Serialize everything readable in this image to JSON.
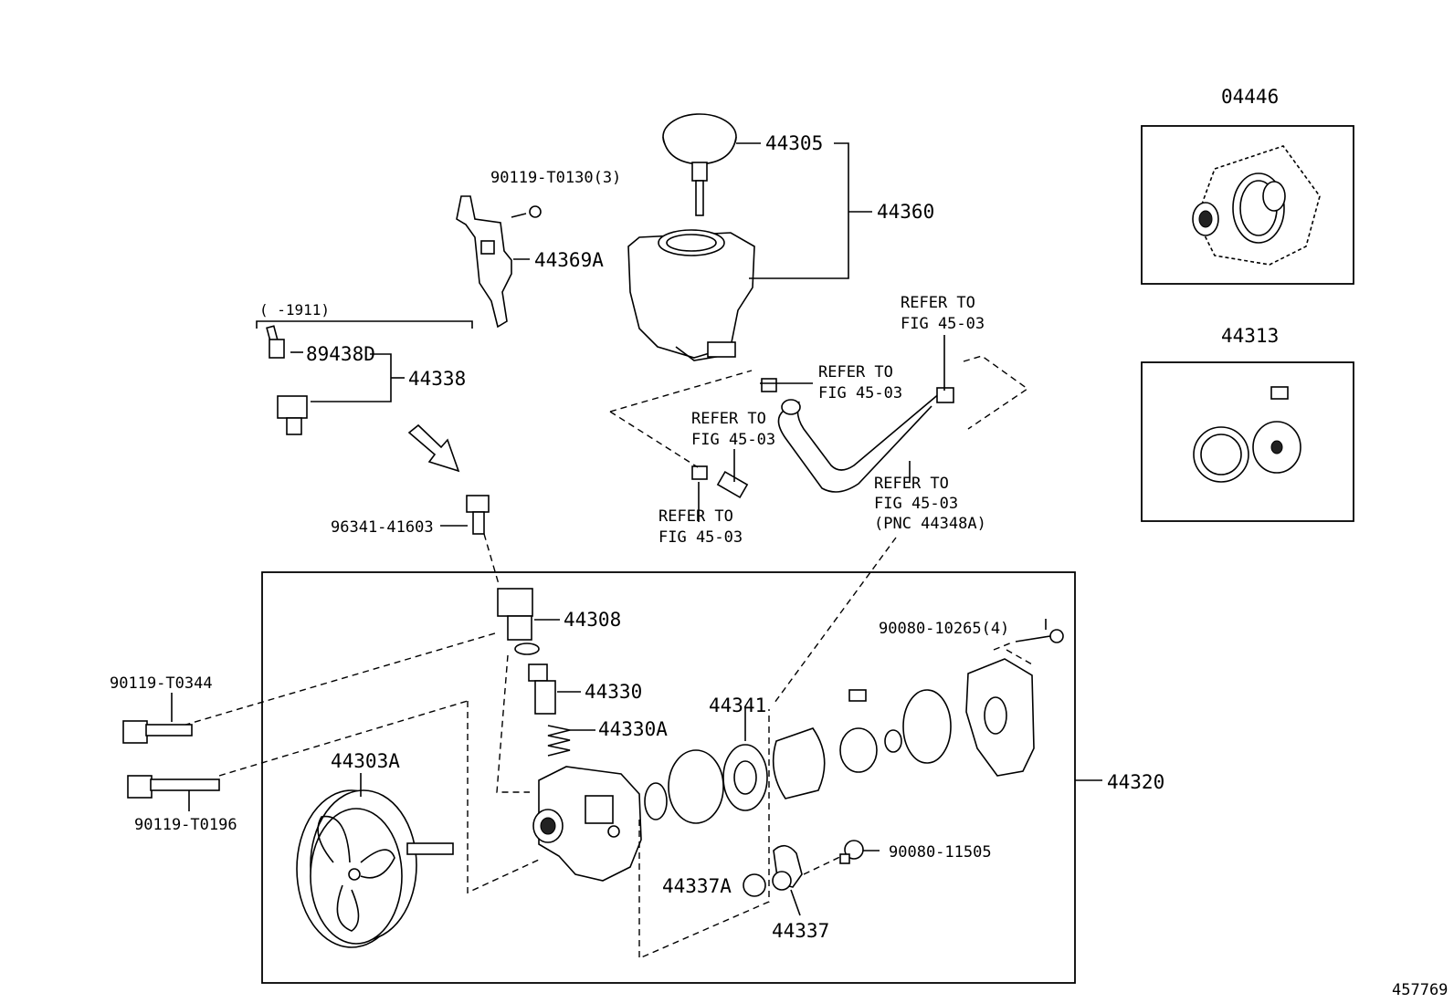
{
  "diagram": {
    "parts": {
      "p04446": "04446",
      "p44313": "44313",
      "p44305": "44305",
      "p44360": "44360",
      "p90119_T0130": "90119-T0130(3)",
      "p44369A": "44369A",
      "date_range": "(    -1911)",
      "p89438D": "89438D",
      "p44338": "44338",
      "p96341": "96341-41603",
      "p44308": "44308",
      "p44330": "44330",
      "p44330A": "44330A",
      "p44341": "44341",
      "p90080_10265": "90080-10265(4)",
      "p90119_T0344": "90119-T0344",
      "p90119_T0196": "90119-T0196",
      "p44303A": "44303A",
      "p44320": "44320",
      "p44337A": "44337A",
      "p44337": "44337",
      "p90080_11505": "90080-11505"
    },
    "refs": {
      "ref1_l1": "REFER TO",
      "ref1_l2": "FIG 45-03",
      "ref2_l1": "REFER TO",
      "ref2_l2": "FIG 45-03",
      "ref3_l1": "REFER TO",
      "ref3_l2": "FIG 45-03",
      "ref4_l1": "REFER TO",
      "ref4_l2": "FIG 45-03",
      "ref5_l1": "REFER TO",
      "ref5_l2": "FIG 45-03",
      "ref5_l3": "(PNC 44348A)"
    },
    "figure_id": "457769"
  }
}
